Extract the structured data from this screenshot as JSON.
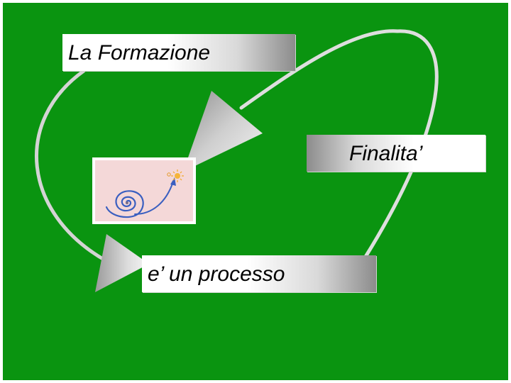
{
  "slide": {
    "background_color": "#0a9410",
    "labels": {
      "formazione": "La Formazione",
      "finalita": "Finalita’",
      "processo": "e’ un processo"
    },
    "image": {
      "description_icon": "spiral-drawing-icon"
    }
  }
}
